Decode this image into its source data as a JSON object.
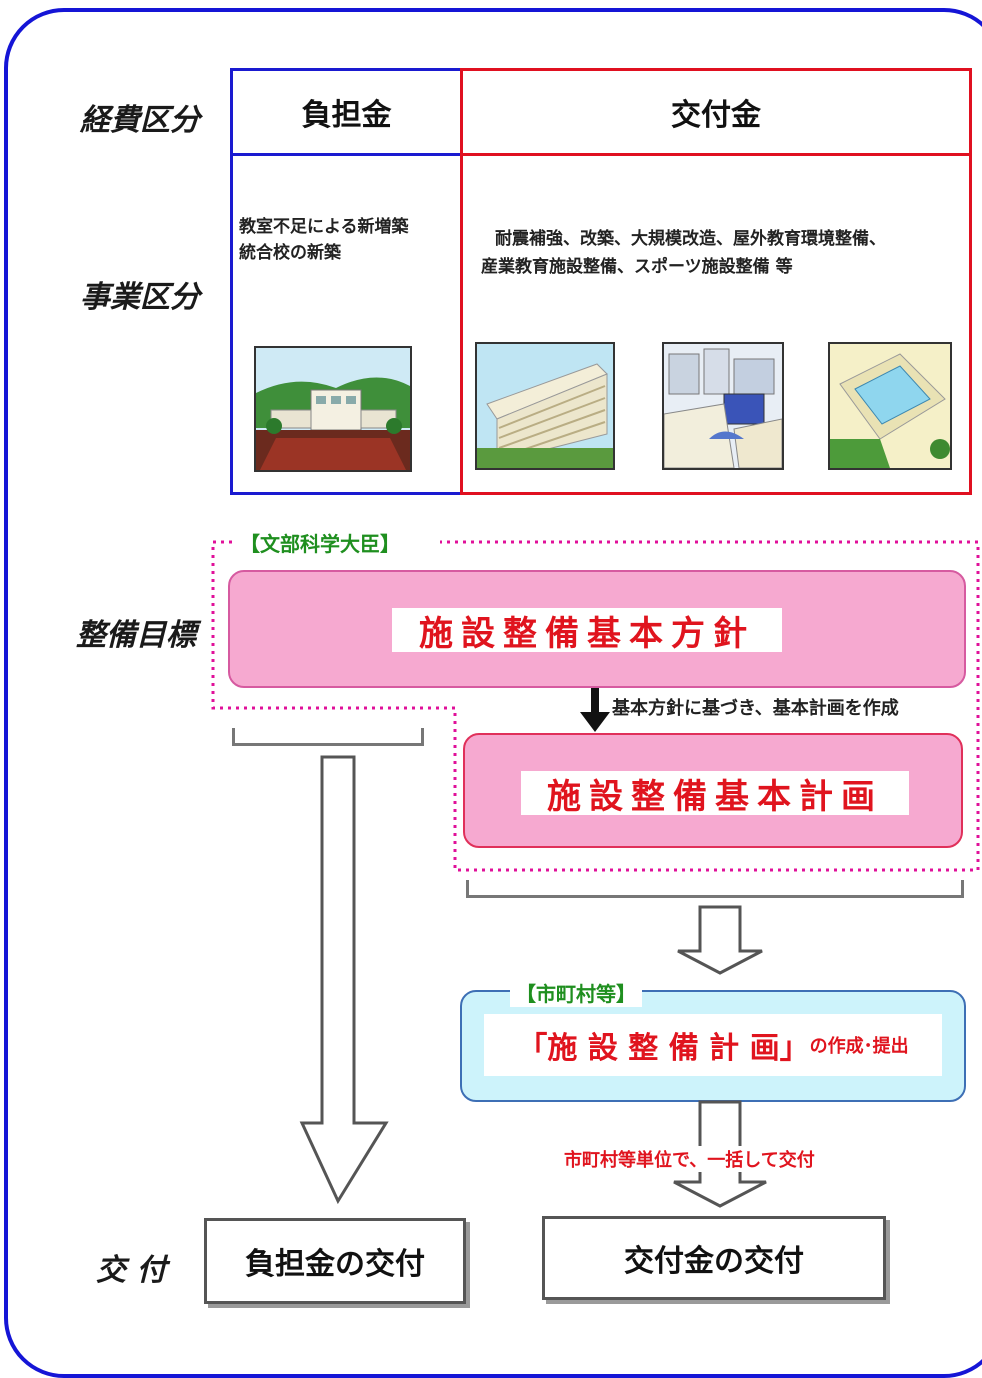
{
  "labels": {
    "expense_category": "経費区分",
    "project_category": "事業区分",
    "development_goal": "整備目標",
    "grant": "交 付"
  },
  "columns": {
    "burden": {
      "header": "負担金",
      "description_line1": "教室不足による新増築",
      "description_line2": "統合校の新築"
    },
    "subsidy": {
      "header": "交付金",
      "description_line1": "耐震補強、改築、大規模改造、屋外教育環境整備、",
      "description_line2": "産業教育施設整備、スポーツ施設整備 等"
    }
  },
  "minister": {
    "tag": "【文部科学大臣】",
    "basic_policy": "施設整備基本方針",
    "arrow_note": "基本方針に基づき、基本計画を作成",
    "basic_plan": "施設整備基本計画"
  },
  "municipality": {
    "tag": "【市町村等】",
    "plan_title": "「施 設 整 備 計 画」",
    "plan_suffix": "の作成･提出",
    "grant_note": "市町村等単位で、一括して交付"
  },
  "results": {
    "burden_grant": "負担金の交付",
    "subsidy_grant": "交付金の交付"
  },
  "colors": {
    "frame": "#1515d6",
    "burden_border": "#1a1ad0",
    "subsidy_border": "#e01020",
    "pink_fill": "#f6a9d0",
    "highlight_red": "#e0141e",
    "tag_green": "#1f8f1f",
    "light_blue_fill": "#cdf3fb"
  }
}
